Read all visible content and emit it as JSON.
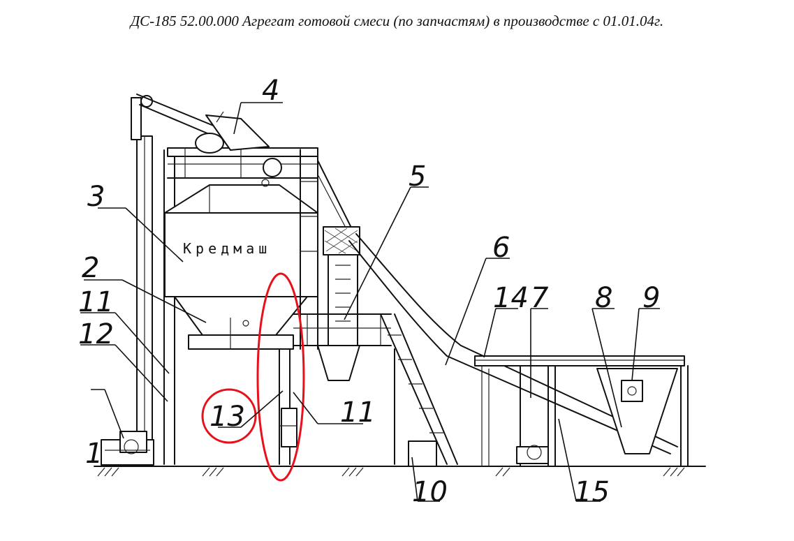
{
  "title": "ДС-185 52.00.000  Агрегат готовой смеси  (по запчастям) в производстве с 01.01.04г.",
  "brand_label": "Кредмаш",
  "callouts": [
    "1",
    "2",
    "3",
    "4",
    "5",
    "6",
    "7",
    "8",
    "9",
    "10",
    "11",
    "11",
    "12",
    "13",
    "14",
    "15"
  ],
  "highlight_color": "#e8101a"
}
